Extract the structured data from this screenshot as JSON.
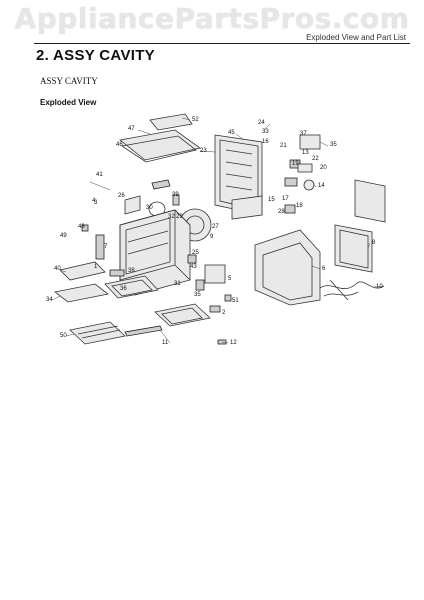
{
  "watermark": "AppliancePartsPros.com",
  "header": {
    "right_label": "Exploded View and Part List"
  },
  "section": {
    "number": "2.",
    "title": "ASSY CAVITY"
  },
  "subtitle": "ASSY CAVITY",
  "view_label": "Exploded View",
  "callouts": [
    "52",
    "47",
    "46",
    "45",
    "24",
    "23",
    "33",
    "37",
    "35",
    "21",
    "16",
    "22",
    "13",
    "19",
    "14",
    "20",
    "15",
    "17",
    "18",
    "28",
    "39",
    "30",
    "26",
    "27",
    "9",
    "2",
    "25",
    "41",
    "3",
    "7",
    "43",
    "48",
    "49",
    "40",
    "1",
    "38",
    "36",
    "34",
    "31",
    "35",
    "5",
    "51",
    "4",
    "6",
    "10",
    "8",
    "50",
    "11",
    "12",
    "32",
    "29"
  ],
  "colors": {
    "line": "#333333",
    "watermark": "#e6e6e6"
  }
}
